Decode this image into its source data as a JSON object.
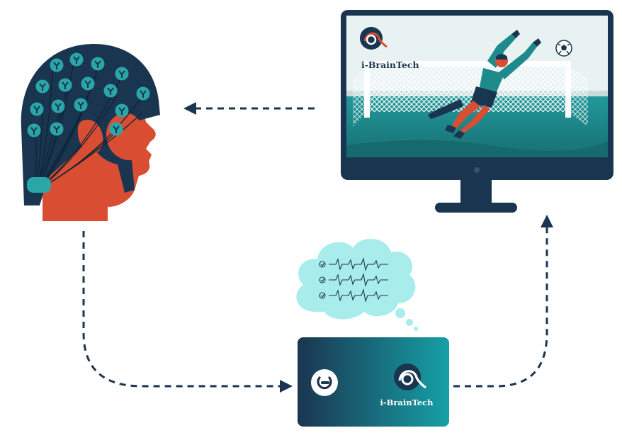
{
  "brand": {
    "name": "i-BrainTech",
    "logo_glyph": "α"
  },
  "device": {
    "brand_label": "i-BrainTech",
    "power_icon": "power-icon"
  },
  "cloud": {
    "signal_rows": 3,
    "row_icon": "check-circle-icon"
  },
  "colors": {
    "navy": "#1a3550",
    "orange": "#d94e33",
    "teal": "#2aa6a8",
    "cloud": "#a9ecec",
    "screen_sky": "#e8f2f2",
    "pitch": "#1f8a8c"
  }
}
